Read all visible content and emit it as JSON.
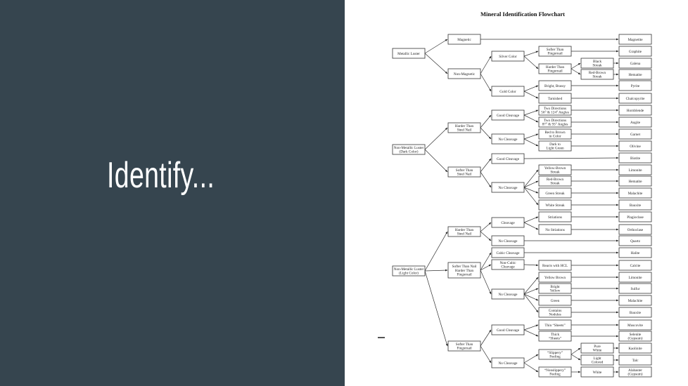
{
  "slide": {
    "title": "Identify...",
    "dash": "–"
  },
  "colors": {
    "panel": "#36454f",
    "text": "#ffffff"
  },
  "flowchart": {
    "title": "Mineral Identification Flowchart",
    "nodes": [
      {
        "id": "a1",
        "lines": [
          "Metallic Luster"
        ],
        "to": [
          "a2",
          "a3"
        ]
      },
      {
        "id": "a2",
        "lines": [
          "Magnetic"
        ],
        "to": [
          "r1"
        ]
      },
      {
        "id": "a3",
        "lines": [
          "Non-Magnetic"
        ],
        "to": [
          "a4",
          "a5"
        ]
      },
      {
        "id": "a4",
        "lines": [
          "Silver Color"
        ],
        "to": [
          "a6",
          "a7"
        ]
      },
      {
        "id": "a5",
        "lines": [
          "Gold Color"
        ],
        "to": [
          "a10",
          "a11"
        ]
      },
      {
        "id": "a6",
        "lines": [
          "Softer Than",
          "Fingernail"
        ],
        "to": [
          "r2"
        ]
      },
      {
        "id": "a7",
        "lines": [
          "Harder Than",
          "Fingernail"
        ],
        "to": [
          "a8",
          "a9"
        ]
      },
      {
        "id": "a8",
        "lines": [
          "Black",
          "Streak"
        ],
        "to": [
          "r3"
        ]
      },
      {
        "id": "a9",
        "lines": [
          "Red-Brown",
          "Streak"
        ],
        "to": [
          "r4"
        ]
      },
      {
        "id": "a10",
        "lines": [
          "Bright, Brassy"
        ],
        "to": [
          "r5"
        ]
      },
      {
        "id": "a11",
        "lines": [
          "Tarnished"
        ],
        "to": [
          "r6"
        ]
      },
      {
        "id": "b1",
        "lines": [
          "Non-Metallic Luster",
          "(Dark Color)"
        ],
        "to": [
          "b2",
          "b3"
        ]
      },
      {
        "id": "b2",
        "lines": [
          "Harder Than",
          "Steel Nail"
        ],
        "to": [
          "b4",
          "b5"
        ]
      },
      {
        "id": "b3",
        "lines": [
          "Softer Than",
          "Steel Nail"
        ],
        "to": [
          "b6",
          "b7"
        ]
      },
      {
        "id": "b4",
        "lines": [
          "Good Cleavage"
        ],
        "to": [
          "b8",
          "b9"
        ]
      },
      {
        "id": "b5",
        "lines": [
          "No Cleavage"
        ],
        "to": [
          "b10",
          "b11"
        ]
      },
      {
        "id": "b6",
        "lines": [
          "Good Cleavage"
        ],
        "to": [
          "r11"
        ]
      },
      {
        "id": "b7",
        "lines": [
          "No Cleavage"
        ],
        "to": [
          "b12",
          "b13",
          "b14",
          "b15"
        ]
      },
      {
        "id": "b8",
        "lines": [
          "Two Directions",
          "56° & 124° Angles"
        ],
        "to": [
          "r7"
        ]
      },
      {
        "id": "b9",
        "lines": [
          "Two Directions",
          "87° & 93° Angles"
        ],
        "to": [
          "r8"
        ]
      },
      {
        "id": "b10",
        "lines": [
          "Red to Brown",
          "in Color"
        ],
        "to": [
          "r9"
        ]
      },
      {
        "id": "b11",
        "lines": [
          "Dark to",
          "Light Green"
        ],
        "to": [
          "r10"
        ]
      },
      {
        "id": "b12",
        "lines": [
          "Yellow-Brown",
          "Streak"
        ],
        "to": [
          "r12"
        ]
      },
      {
        "id": "b13",
        "lines": [
          "Red-Brown",
          "Streak"
        ],
        "to": [
          "r13"
        ]
      },
      {
        "id": "b14",
        "lines": [
          "Green Streak"
        ],
        "to": [
          "r14"
        ]
      },
      {
        "id": "b15",
        "lines": [
          "White Streak"
        ],
        "to": [
          "r15"
        ]
      },
      {
        "id": "c1",
        "lines": [
          "Non-Metallic Luster",
          "(Light Color)"
        ],
        "to": [
          "c2",
          "c3",
          "c4"
        ]
      },
      {
        "id": "c2",
        "lines": [
          "Harder Than",
          "Steel Nail"
        ],
        "to": [
          "c5",
          "c6"
        ]
      },
      {
        "id": "c3",
        "lines": [
          "Softer Than Nail",
          "Harder Than",
          "Fingernail"
        ],
        "to": [
          "c7",
          "c8",
          "c9"
        ]
      },
      {
        "id": "c4",
        "lines": [
          "Softer Than",
          "Fingernail"
        ],
        "to": [
          "c17",
          "c18"
        ]
      },
      {
        "id": "c5",
        "lines": [
          "Cleavage"
        ],
        "to": [
          "c10",
          "c11"
        ]
      },
      {
        "id": "c6",
        "lines": [
          "No Cleavage"
        ],
        "to": [
          "r18"
        ]
      },
      {
        "id": "c7",
        "lines": [
          "Cubic Cleavage"
        ],
        "to": [
          "r19"
        ]
      },
      {
        "id": "c8",
        "lines": [
          "Non-Cubic",
          "Cleavage"
        ],
        "to": [
          "c12"
        ]
      },
      {
        "id": "c9",
        "lines": [
          "No Cleavage"
        ],
        "to": [
          "c13",
          "c14",
          "c15",
          "c16"
        ]
      },
      {
        "id": "c10",
        "lines": [
          "Striations"
        ],
        "to": [
          "r16"
        ]
      },
      {
        "id": "c11",
        "lines": [
          "No Striations"
        ],
        "to": [
          "r17"
        ]
      },
      {
        "id": "c12",
        "lines": [
          "Reacts with HCL"
        ],
        "to": [
          "r20"
        ]
      },
      {
        "id": "c13",
        "lines": [
          "Yellow Brown"
        ],
        "to": [
          "r21"
        ]
      },
      {
        "id": "c14",
        "lines": [
          "Bright",
          "Yellow"
        ],
        "to": [
          "r22"
        ]
      },
      {
        "id": "c15",
        "lines": [
          "Green"
        ],
        "to": [
          "r23"
        ]
      },
      {
        "id": "c16",
        "lines": [
          "Contains",
          "Nodules"
        ],
        "to": [
          "r24"
        ]
      },
      {
        "id": "c17",
        "lines": [
          "Good Cleavage"
        ],
        "to": [
          "c19",
          "c20"
        ]
      },
      {
        "id": "c18",
        "lines": [
          "No Cleavage"
        ],
        "to": [
          "c21",
          "c22"
        ]
      },
      {
        "id": "c19",
        "lines": [
          "Thin “Sheets”"
        ],
        "to": [
          "r25"
        ]
      },
      {
        "id": "c20",
        "lines": [
          "Thick",
          "“Sheets”"
        ],
        "to": [
          "r26"
        ]
      },
      {
        "id": "c21",
        "lines": [
          "“Slippery”",
          "Feeling"
        ],
        "to": [
          "c23",
          "c24"
        ]
      },
      {
        "id": "c22",
        "lines": [
          "“Nonslippery”",
          "Feeling"
        ],
        "to": [
          "c25"
        ]
      },
      {
        "id": "c23",
        "lines": [
          "Pure",
          "White"
        ],
        "to": [
          "r27"
        ]
      },
      {
        "id": "c24",
        "lines": [
          "Light",
          "Colored"
        ],
        "to": [
          "r28"
        ]
      },
      {
        "id": "c25",
        "lines": [
          "White"
        ],
        "to": [
          "r29"
        ]
      },
      {
        "id": "r1",
        "lines": [
          "Magnetite"
        ],
        "to": []
      },
      {
        "id": "r2",
        "lines": [
          "Graphite"
        ],
        "to": []
      },
      {
        "id": "r3",
        "lines": [
          "Galena"
        ],
        "to": []
      },
      {
        "id": "r4",
        "lines": [
          "Hematite"
        ],
        "to": []
      },
      {
        "id": "r5",
        "lines": [
          "Pyrite"
        ],
        "to": []
      },
      {
        "id": "r6",
        "lines": [
          "Chalcopyrite"
        ],
        "to": []
      },
      {
        "id": "r7",
        "lines": [
          "Hornblende"
        ],
        "to": []
      },
      {
        "id": "r8",
        "lines": [
          "Augite"
        ],
        "to": []
      },
      {
        "id": "r9",
        "lines": [
          "Garnet"
        ],
        "to": []
      },
      {
        "id": "r10",
        "lines": [
          "Olivine"
        ],
        "to": []
      },
      {
        "id": "r11",
        "lines": [
          "Biotite"
        ],
        "to": []
      },
      {
        "id": "r12",
        "lines": [
          "Limonite"
        ],
        "to": []
      },
      {
        "id": "r13",
        "lines": [
          "Hematite"
        ],
        "to": []
      },
      {
        "id": "r14",
        "lines": [
          "Malachite"
        ],
        "to": []
      },
      {
        "id": "r15",
        "lines": [
          "Bauxite"
        ],
        "to": []
      },
      {
        "id": "r16",
        "lines": [
          "Plagioclase"
        ],
        "to": []
      },
      {
        "id": "r17",
        "lines": [
          "Orthoclase"
        ],
        "to": []
      },
      {
        "id": "r18",
        "lines": [
          "Quartz"
        ],
        "to": []
      },
      {
        "id": "r19",
        "lines": [
          "Halite"
        ],
        "to": []
      },
      {
        "id": "r20",
        "lines": [
          "Calcite"
        ],
        "to": []
      },
      {
        "id": "r21",
        "lines": [
          "Limonite"
        ],
        "to": []
      },
      {
        "id": "r22",
        "lines": [
          "Sulfur"
        ],
        "to": []
      },
      {
        "id": "r23",
        "lines": [
          "Malachite"
        ],
        "to": []
      },
      {
        "id": "r24",
        "lines": [
          "Bauxite"
        ],
        "to": []
      },
      {
        "id": "r25",
        "lines": [
          "Muscovite"
        ],
        "to": []
      },
      {
        "id": "r26",
        "lines": [
          "Selenite",
          "(Gypsum)"
        ],
        "to": []
      },
      {
        "id": "r27",
        "lines": [
          "Kaolinite"
        ],
        "to": []
      },
      {
        "id": "r28",
        "lines": [
          "Talc"
        ],
        "to": []
      },
      {
        "id": "r29",
        "lines": [
          "Alabaster",
          "(Gypsum)"
        ],
        "to": []
      }
    ]
  }
}
